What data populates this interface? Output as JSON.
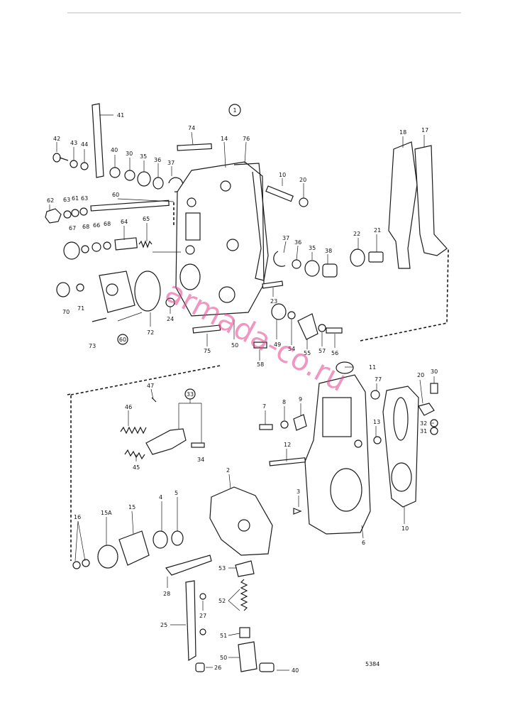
{
  "figure_number": "1",
  "drawing_number": "5384",
  "watermark": "armada-co.ru",
  "circled_labels": {
    "l60": "60",
    "l33": "33"
  },
  "labels": {
    "l41": "41",
    "l42": "42",
    "l43": "43",
    "l44": "44",
    "l40a": "40",
    "l30a": "30",
    "l35a": "35",
    "l36a": "36",
    "l37a": "37",
    "l74": "74",
    "l14": "14",
    "l76": "76",
    "l10a": "10",
    "l20a": "20",
    "l18": "18",
    "l17": "17",
    "l62": "62",
    "l63a": "63",
    "l61": "61",
    "l63b": "63",
    "l60": "60",
    "l67": "67",
    "l68a": "68",
    "l66": "66",
    "l68b": "68",
    "l64": "64",
    "l65": "65",
    "l37b": "37",
    "l36b": "36",
    "l35b": "35",
    "l38": "38",
    "l22": "22",
    "l21": "21",
    "l70": "70",
    "l71": "71",
    "l72": "72",
    "l73": "73",
    "l24": "24",
    "l23": "23",
    "l75": "75",
    "l50a": "50",
    "l49": "49",
    "l54": "54",
    "l55": "55",
    "l57": "57",
    "l56": "56",
    "l58": "58",
    "l11": "11",
    "l77": "77",
    "l20b": "20",
    "l30b": "30",
    "l32": "32",
    "l31": "31",
    "l47": "47",
    "l46": "46",
    "l45": "45",
    "l34": "34",
    "l7": "7",
    "l8": "8",
    "l9": "9",
    "l13": "13",
    "l12": "12",
    "l10b": "10",
    "l3": "3",
    "l6": "6",
    "l2": "2",
    "l16": "16",
    "l15A": "15A",
    "l15": "15",
    "l4": "4",
    "l5": "5",
    "l53": "53",
    "l52": "52",
    "l51": "51",
    "l50b": "50",
    "l40b": "40",
    "l28": "28",
    "l27": "27",
    "l25": "25",
    "l26": "26"
  }
}
